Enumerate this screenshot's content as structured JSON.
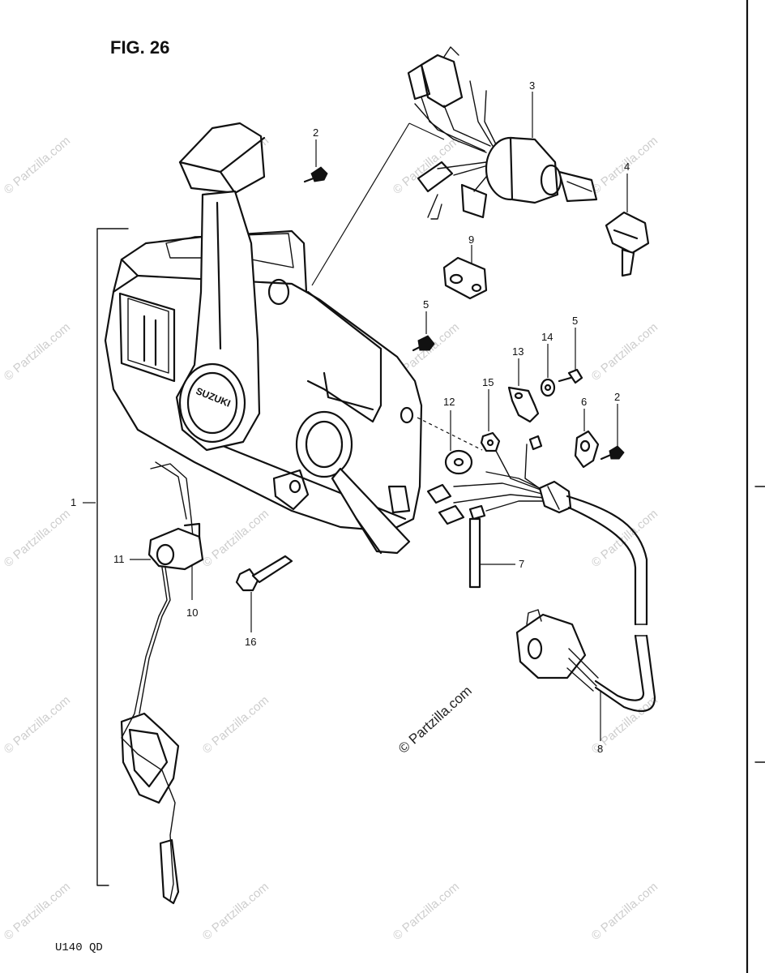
{
  "figure": {
    "title": "FIG. 26",
    "code": "U140  QD"
  },
  "watermark": {
    "text": "© Partzilla.com"
  },
  "callouts": [
    {
      "number": "1"
    },
    {
      "number": "2"
    },
    {
      "number": "3"
    },
    {
      "number": "4"
    },
    {
      "number": "9"
    },
    {
      "number": "5"
    },
    {
      "number": "14"
    },
    {
      "number": "13"
    },
    {
      "number": "5"
    },
    {
      "number": "15"
    },
    {
      "number": "12"
    },
    {
      "number": "6"
    },
    {
      "number": "2"
    },
    {
      "number": "7"
    },
    {
      "number": "8"
    },
    {
      "number": "11"
    },
    {
      "number": "10"
    },
    {
      "number": "16"
    }
  ],
  "logo_lettering": "SUZUKI"
}
